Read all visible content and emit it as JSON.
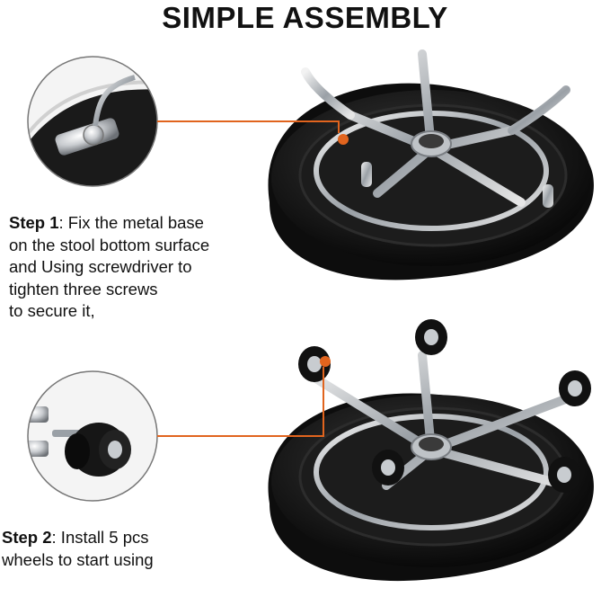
{
  "title": "SIMPLE ASSEMBLY",
  "steps": [
    {
      "label": "Step 1",
      "lines": [
        ": Fix the metal base",
        "on the stool bottom surface",
        "and Using screwdriver to",
        "tighten three screws",
        "to secure it,"
      ]
    },
    {
      "label": "Step 2",
      "lines": [
        ": Install 5 pcs",
        "wheels to start using"
      ]
    }
  ],
  "colors": {
    "accent": "#e1641e",
    "seat": "#151515",
    "chrome": "#c8ccd0",
    "text": "#111111"
  }
}
